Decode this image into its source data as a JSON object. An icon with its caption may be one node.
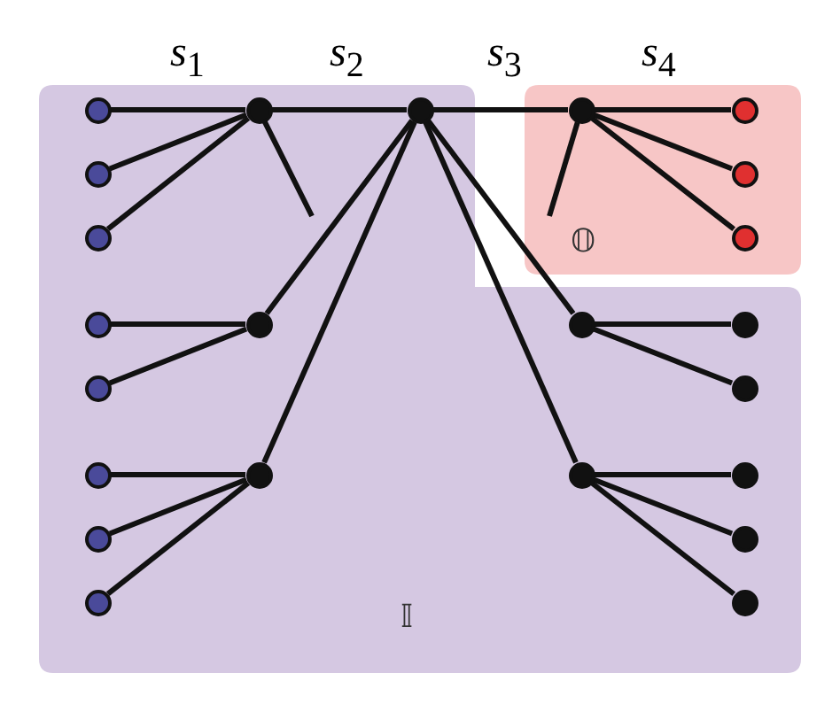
{
  "diagram": {
    "nodes": [
      {
        "text": [
          "𝕀"
        ]
      },
      {
        "text": [
          "𝕆"
        ]
      },
      {
        "text": [],
        "shape": "circle",
        "in": 0
      },
      {
        "text": [],
        "shape": "circle",
        "in": 0
      },
      {
        "text": [],
        "shape": "circle",
        "in": 0
      },
      {
        "text": [],
        "shape": "circle",
        "in": 1
      },
      {
        "text": [],
        "shape": "circle",
        "in": 1
      },
      {
        "text": [],
        "shape": "circle",
        "in": 0
      },
      {
        "text": [],
        "shape": "circle",
        "in": 1
      },
      {
        "text": [],
        "shape": "circle",
        "in": 0
      },
      {
        "text": [],
        "shape": "circle",
        "in": 1
      },
      {
        "text": [],
        "shape": "circle",
        "in": 0
      },
      {
        "text": [],
        "shape": "circle",
        "in": 0
      },
      {
        "text": [],
        "shape": "circle",
        "in": 0
      },
      {
        "text": [],
        "shape": "circle",
        "in": 0
      },
      {
        "text": [],
        "shape": "circle",
        "in": 0
      },
      {
        "text": [],
        "shape": "circle",
        "in": 0
      },
      {
        "text": [],
        "shape": "circle",
        "in": 0
      },
      {
        "text": [],
        "shape": "circle",
        "in": 0
      },
      {
        "text": [],
        "shape": "circle",
        "in": 0
      },
      {
        "text": [],
        "shape": "circle",
        "in": 0
      },
      {
        "text": [],
        "shape": "circle",
        "in": 0
      },
      {
        "text": [],
        "shape": "circle",
        "in": 0
      },
      {
        "text": [],
        "shape": "circle",
        "in": 0
      },
      {
        "text": [],
        "shape": "circle",
        "in": 0
      }
    ],
    "edges": [
      {
        "from": 2,
        "to": 3,
        "arrow": "none"
      },
      {
        "from": 7,
        "to": 3,
        "arrow": "none"
      },
      {
        "from": 9,
        "to": 3,
        "arrow": "none"
      },
      {
        "from": 3,
        "to": 4,
        "arrow": "none"
      },
      {
        "from": 4,
        "to": 5,
        "arrow": "none"
      },
      {
        "from": 5,
        "to": 6,
        "arrow": "none"
      },
      {
        "from": 5,
        "to": 8,
        "arrow": "none"
      },
      {
        "from": 5,
        "to": 10,
        "arrow": "none"
      },
      {
        "from": 3,
        "to": null,
        "arrow": "none"
      },
      {
        "from": 5,
        "to": null,
        "arrow": "none"
      },
      {
        "from": 11,
        "to": 12,
        "arrow": "none"
      },
      {
        "from": 15,
        "to": 12,
        "arrow": "none"
      },
      {
        "from": 4,
        "to": 12,
        "arrow": "none"
      },
      {
        "from": 17,
        "to": 18,
        "arrow": "none"
      },
      {
        "from": 21,
        "to": 18,
        "arrow": "none"
      },
      {
        "from": 23,
        "to": 18,
        "arrow": "none"
      },
      {
        "from": 4,
        "to": 18,
        "arrow": "none"
      },
      {
        "from": 4,
        "to": 13,
        "arrow": "none"
      },
      {
        "from": 13,
        "to": 14,
        "arrow": "none"
      },
      {
        "from": 13,
        "to": 16,
        "arrow": "none"
      },
      {
        "from": 4,
        "to": 19,
        "arrow": "none"
      },
      {
        "from": 19,
        "to": 20,
        "arrow": "none"
      },
      {
        "from": 19,
        "to": 22,
        "arrow": "none"
      },
      {
        "from": 19,
        "to": 24,
        "arrow": "none"
      }
    ],
    "labels": [
      "*s*$_{1}$",
      "*s*$_{2}$",
      "*s*$_{3}$",
      "*s*$_{4}$"
    ]
  }
}
